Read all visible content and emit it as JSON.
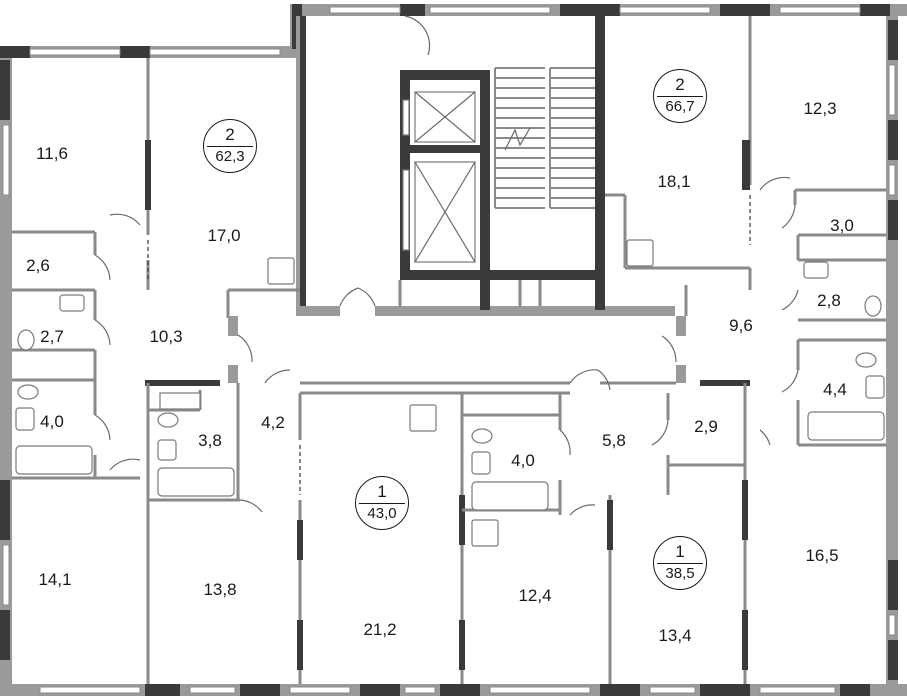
{
  "rooms": [
    {
      "id": "r1",
      "label": "11,6"
    },
    {
      "id": "r2",
      "label": "17,0"
    },
    {
      "id": "r3",
      "label": "2,6"
    },
    {
      "id": "r4",
      "label": "2,7"
    },
    {
      "id": "r5",
      "label": "10,3"
    },
    {
      "id": "r6",
      "label": "4,0"
    },
    {
      "id": "r7",
      "label": "3,8"
    },
    {
      "id": "r8",
      "label": "4,2"
    },
    {
      "id": "r9",
      "label": "14,1"
    },
    {
      "id": "r10",
      "label": "13,8"
    },
    {
      "id": "r11",
      "label": "21,2"
    },
    {
      "id": "r12",
      "label": "4,0"
    },
    {
      "id": "r13",
      "label": "5,8"
    },
    {
      "id": "r14",
      "label": "2,9"
    },
    {
      "id": "r15",
      "label": "12,4"
    },
    {
      "id": "r16",
      "label": "13,4"
    },
    {
      "id": "r17",
      "label": "18,1"
    },
    {
      "id": "r18",
      "label": "12,3"
    },
    {
      "id": "r19",
      "label": "3,0"
    },
    {
      "id": "r20",
      "label": "2,8"
    },
    {
      "id": "r21",
      "label": "9,6"
    },
    {
      "id": "r22",
      "label": "4,4"
    },
    {
      "id": "r23",
      "label": "16,5"
    }
  ],
  "apartments": [
    {
      "id": "a1",
      "rooms": "2",
      "area": "62,3"
    },
    {
      "id": "a2",
      "rooms": "2",
      "area": "66,7"
    },
    {
      "id": "a3",
      "rooms": "1",
      "area": "43,0"
    },
    {
      "id": "a4",
      "rooms": "1",
      "area": "38,5"
    }
  ]
}
